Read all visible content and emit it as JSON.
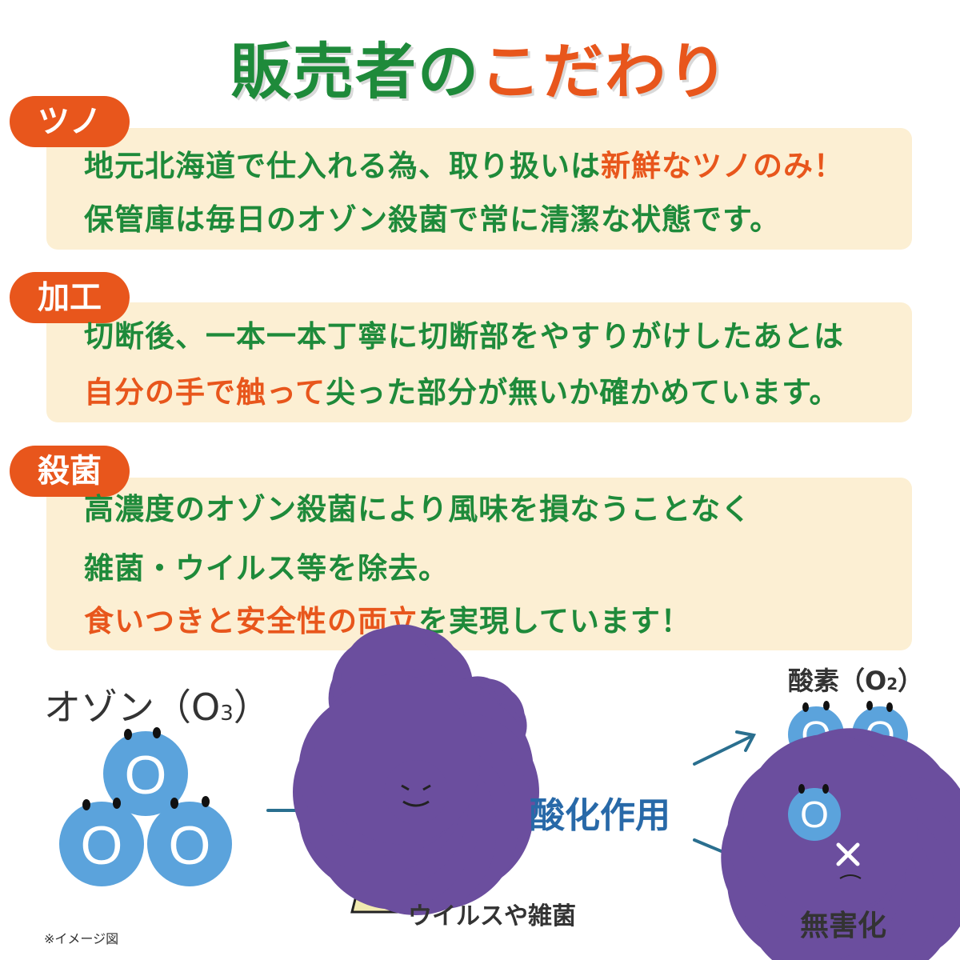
{
  "title": {
    "part1": "販売者の",
    "part2": "こだわり"
  },
  "sections": [
    {
      "badge": "ツノ",
      "lines": [
        [
          {
            "text": "地元北海道で仕入れる為、取り扱いは",
            "hl": false
          },
          {
            "text": "新鮮なツノのみ！",
            "hl": true
          }
        ],
        [
          {
            "text": "保管庫は毎日のオゾン殺菌で常に清潔な状態です。",
            "hl": false
          }
        ]
      ]
    },
    {
      "badge": "加工",
      "lines": [
        [
          {
            "text": "切断後、一本一本丁寧に切断部をやすりがけしたあとは",
            "hl": false
          }
        ],
        [
          {
            "text": "自分の手で触って",
            "hl": true
          },
          {
            "text": "尖った部分が無いか確かめています。",
            "hl": false
          }
        ]
      ]
    },
    {
      "badge": "殺菌",
      "lines": [
        [
          {
            "text": "高濃度のオゾン殺菌により風味を損なうことなく",
            "hl": false
          }
        ],
        [
          {
            "text": "雑菌・ウイルス等を除去。",
            "hl": false
          }
        ],
        [
          {
            "text": "食いつきと安全性の両立",
            "hl": true
          },
          {
            "text": "を実現しています！",
            "hl": false
          }
        ]
      ]
    }
  ],
  "diagram": {
    "ozone_label": "オゾン（O",
    "ozone_sub": "3",
    "ozone_close": "）",
    "atom_letter": "O",
    "virus_label": "ウイルスや雑菌",
    "oxidation": "酸化作用",
    "oxygen_label": "酸素（O",
    "oxygen_sub": "2",
    "oxygen_close": "）",
    "harmless": "無害化",
    "note": "※イメージ図"
  },
  "colors": {
    "green": "#1e8a3a",
    "orange": "#e8561c",
    "box": "#fcefd3",
    "atom": "#5ba3dc",
    "virus": "#6b4e9e",
    "arrow": "#2a6f8f",
    "oxidation": "#2869a8"
  }
}
